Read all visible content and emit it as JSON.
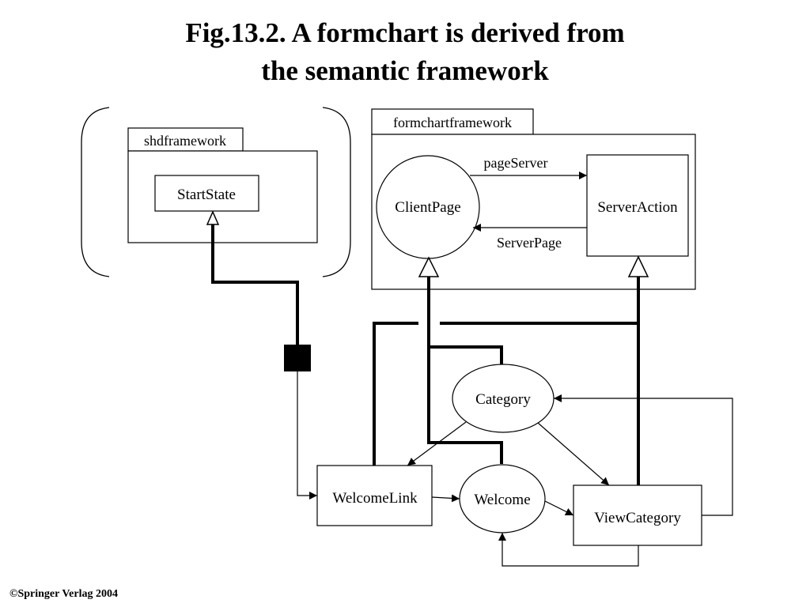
{
  "title": {
    "line1": "Fig.13.2. A formchart is derived from",
    "line2": "the semantic framework"
  },
  "packages": {
    "shd": "shdframework",
    "formchart": "formchartframework"
  },
  "nodes": {
    "start_state": "StartState",
    "client_page": "ClientPage",
    "server_action": "ServerAction",
    "category": "Category",
    "welcome_link": "WelcomeLink",
    "welcome": "Welcome",
    "view_category": "ViewCategory"
  },
  "edges": {
    "page_server": "pageServer",
    "server_page": "ServerPage"
  },
  "footer": {
    "copyright": "©Springer Verlag 2004"
  }
}
